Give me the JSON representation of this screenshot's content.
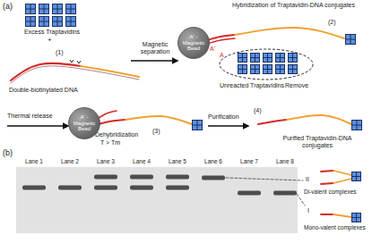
{
  "diagram": {
    "nodes": [
      {
        "text": [
          "A' - Magnetic Bead"
        ]
      },
      {
        "text": [
          "A' - Magnetic Bead"
        ]
      }
    ],
    "labels": [
      "(a)",
      "Excess Traptavidins",
      "+",
      "(1)",
      "Double-biotinylated DNA",
      "Magnetic separation",
      "Hybridization of Traptavidin-DNA conjugates",
      "(2)",
      "A'",
      "A",
      "Unreacted Traptavidins",
      "Remove",
      "Thermal release",
      "Dehybridization",
      "T > Tm",
      "(3)",
      "Purification",
      "(4)",
      "Purified Traptavidin-DNA conjugates",
      "(b)",
      "Lane 1",
      "Lane 2",
      "Lane 3",
      "Lane 4",
      "Lane 5",
      "Lane 6",
      "Lane 7",
      "Lane 8",
      "II",
      "I",
      "Di-valent complexes",
      "Mono-valent complexes"
    ]
  }
}
